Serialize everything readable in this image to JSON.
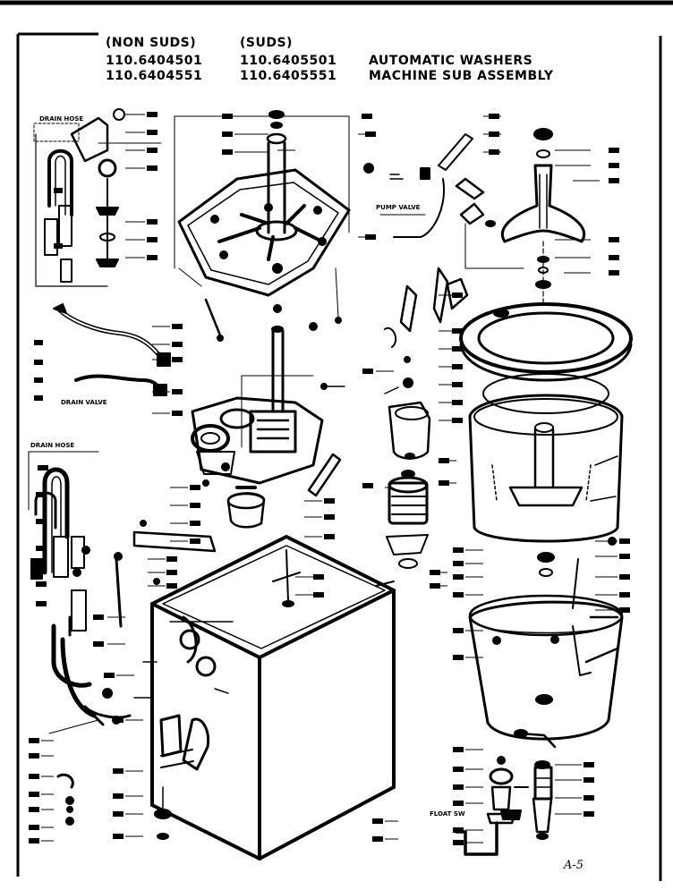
{
  "header": {
    "col1_head": "(NON SUDS)",
    "col2_head": "(SUDS)",
    "col1_row1": "110.6404501",
    "col1_row2": "110.6404551",
    "col2_row1": "110.6405501",
    "col2_row2": "110.6405551",
    "title_line1": "AUTOMATIC WASHERS",
    "title_line2": "MACHINE SUB ASSEMBLY"
  },
  "page_number": "A-5",
  "callouts": {
    "drain_hose_left": "DRAIN HOSE",
    "drain_hose_lower_left": "DRAIN HOSE",
    "hose_bracket_valve": "DRAIN VALVE",
    "pump_valve": "PUMP VALVE",
    "float_switch": "FLOAT SW"
  }
}
